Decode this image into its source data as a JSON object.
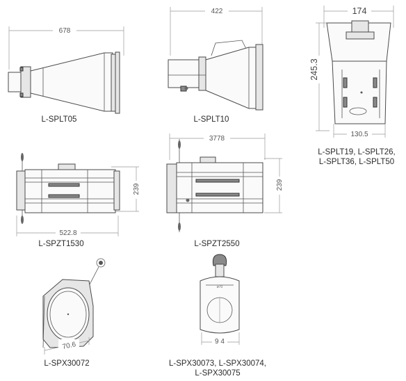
{
  "products": [
    {
      "model": "L-SPLT05",
      "dim_width": "678"
    },
    {
      "model": "L-SPLT10",
      "dim_width": "422"
    },
    {
      "model_line1": "L-SPLT19, L-SPLT26,",
      "model_line2": "L-SPLT36, L-SPLT50",
      "dim_width": "174",
      "dim_height": "245.3",
      "dim_base": "130.5"
    },
    {
      "model": "L-SPZT1530",
      "dim_width": "522.8",
      "dim_height": "239"
    },
    {
      "model": "L-SPZT2550",
      "dim_width": "3778",
      "dim_height": "239"
    },
    {
      "model": "L-SPX30072",
      "dim_width": "70.6"
    },
    {
      "model_line1": "L-SPX30073, L-SPX30074,",
      "model_line2": "L-SPX30075",
      "dim_width": "9 4",
      "dim_inner": "ø70"
    }
  ]
}
